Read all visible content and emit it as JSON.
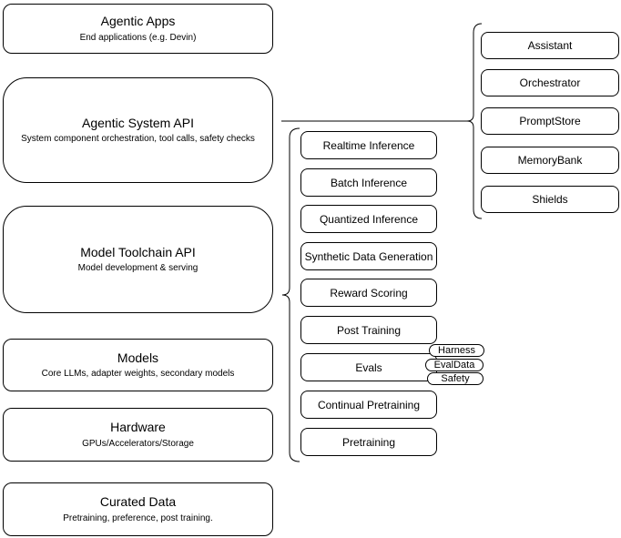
{
  "diagram": {
    "stack": [
      {
        "title": "Agentic Apps",
        "subtitle": "End applications (e.g. Devin)"
      },
      {
        "title": "Agentic System API",
        "subtitle": "System component orchestration, tool calls, safety checks"
      },
      {
        "title": "Model Toolchain API",
        "subtitle": "Model development & serving"
      },
      {
        "title": "Models",
        "subtitle": "Core LLMs, adapter weights, secondary models"
      },
      {
        "title": "Hardware",
        "subtitle": "GPUs/Accelerators/Storage"
      },
      {
        "title": "Curated Data",
        "subtitle": "Pretraining, preference, post training."
      }
    ],
    "toolchain": {
      "nodes": [
        "Realtime Inference",
        "Batch Inference",
        "Quantized Inference",
        "Synthetic Data Generation",
        "Reward Scoring",
        "Post Training",
        "Evals",
        "Continual Pretraining",
        "Pretraining"
      ],
      "eval_tags": [
        "Harness",
        "EvalData",
        "Safety"
      ]
    },
    "system_components": [
      "Assistant",
      "Orchestrator",
      "PromptStore",
      "MemoryBank",
      "Shields"
    ],
    "colors": {
      "stroke": "#000000",
      "node_fill": "#ffffff",
      "background": "#ffffff"
    }
  }
}
